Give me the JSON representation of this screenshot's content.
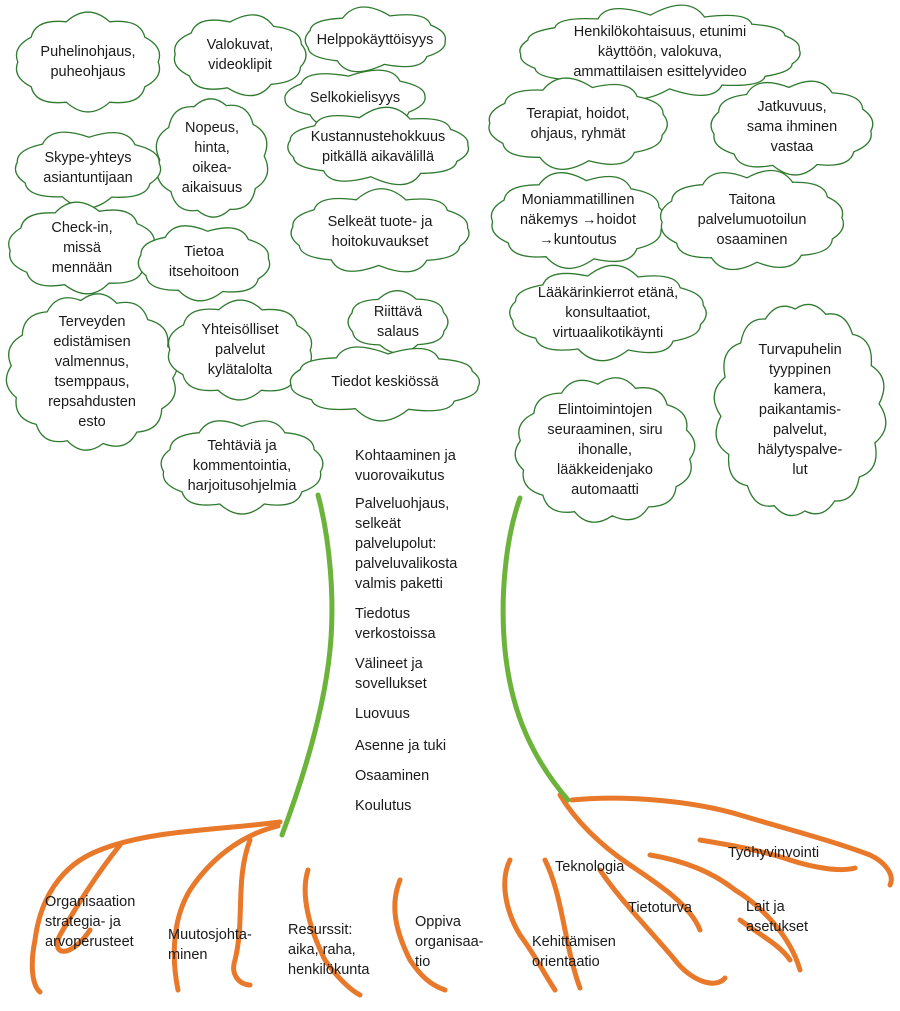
{
  "colors": {
    "cloud_stroke": "#2f7a2f",
    "trunk": "#6bb33a",
    "roots": "#e8782a",
    "text": "#1a1a1a"
  },
  "clouds": [
    {
      "text": "Puhelinohjaus,\npuheohjaus"
    },
    {
      "text": "Valokuvat,\nvideoklipit"
    },
    {
      "text": "Helppokäyttöisyys"
    },
    {
      "text": "Henkilökohtaisuus, etunimi\nkäyttöön, valokuva,\nammattilaisen esittelyvideo"
    },
    {
      "text": "Selkokielisyys"
    },
    {
      "text": "Nopeus,\nhinta,\noikea-\naikaisuus"
    },
    {
      "text": "Kustannustehokkuus\npitkällä aikavälillä"
    },
    {
      "text": "Terapiat, hoidot,\nohjaus, ryhmät"
    },
    {
      "text": "Jatkuvuus,\nsama ihminen\nvastaa"
    },
    {
      "text": "Skype-yhteys\nasiantuntijaan"
    },
    {
      "text": "Check-in,\nmissä\nmennään"
    },
    {
      "text": "Tietoa\nitsehoitoon"
    },
    {
      "text": "Selkeät tuote- ja\nhoitokuvaukset"
    },
    {
      "text": "Moniammatillinen\nnäkemys →hoidot\n→kuntoutus"
    },
    {
      "text": "Taitona\npalvelumuotoilun\nosaaminen"
    },
    {
      "text": "Lääkärinkierrot etänä,\nkonsultaatiot,\nvirtuaalikotikäynti"
    },
    {
      "text": "Terveyden\nedistämisen\nvalmennus,\ntsemppaus,\nrepsahdusten\nesto"
    },
    {
      "text": "Yhteisölliset\npalvelut\nkylätalolta"
    },
    {
      "text": "Riittävä\nsalaus"
    },
    {
      "text": "Tiedot keskiössä"
    },
    {
      "text": "Turvapuhelin\ntyyppinen\nkamera,\npaikantamis-\npalvelut,\nhälytyspalve-\nlut"
    },
    {
      "text": "Elintoimintojen\nseuraaminen, siru\nihonalle,\nlääkkeidenjako\nautomaatti"
    },
    {
      "text": "Tehtäviä ja\nkommentointia,\nharjoitusohjelmia"
    }
  ],
  "trunk_items": [
    "Kohtaaminen ja\nvuorovaikutus",
    "Palveluohjaus,\nselkeät\npalvelupolut:\npalveluvalikosta\nvalmis paketti",
    "Tiedotus\nverkostoissa",
    "Välineet ja\nsovellukset",
    "Luovuus",
    "Asenne ja tuki",
    "Osaaminen",
    "Koulutus"
  ],
  "roots": [
    {
      "text": "Organisaation\nstrategia- ja\narvoperusteet"
    },
    {
      "text": "Muutosjohta-\nminen"
    },
    {
      "text": "Resurssit:\naika, raha,\nhenkilökunta"
    },
    {
      "text": "Oppiva\norganisaa-\ntio"
    },
    {
      "text": "Kehittämisen\norientaatio"
    },
    {
      "text": "Teknologia"
    },
    {
      "text": "Tietoturva"
    },
    {
      "text": "Työhyvinvointi"
    },
    {
      "text": "Lait ja\nasetukset"
    }
  ]
}
